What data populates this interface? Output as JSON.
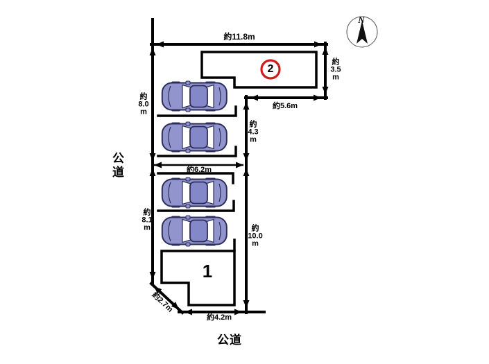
{
  "diagram": {
    "compass_label": "N",
    "road_left": "公道",
    "road_bottom": "公道",
    "lot1_number": "1",
    "lot2_number": "2"
  },
  "dimensions": {
    "top_width": "約11.8m",
    "right_upper": [
      "約",
      "3.5",
      "m"
    ],
    "notch_width": "約5.6m",
    "left_upper": [
      "約",
      "8.0",
      "m"
    ],
    "right_mid": [
      "約",
      "4.3",
      "m"
    ],
    "inner_width": "約6.2m",
    "left_lower": [
      "約",
      "8.1",
      "m"
    ],
    "right_lower": [
      "約",
      "10.0",
      "m"
    ],
    "diagonal": "約2.7m",
    "bottom_width": "約4.2m"
  },
  "colors": {
    "line": "#000000",
    "car_body": "#9295cd",
    "car_roof": "#8588c8",
    "car_outline": "#2d2d5a",
    "lot_circle": "#cc1c1c"
  }
}
